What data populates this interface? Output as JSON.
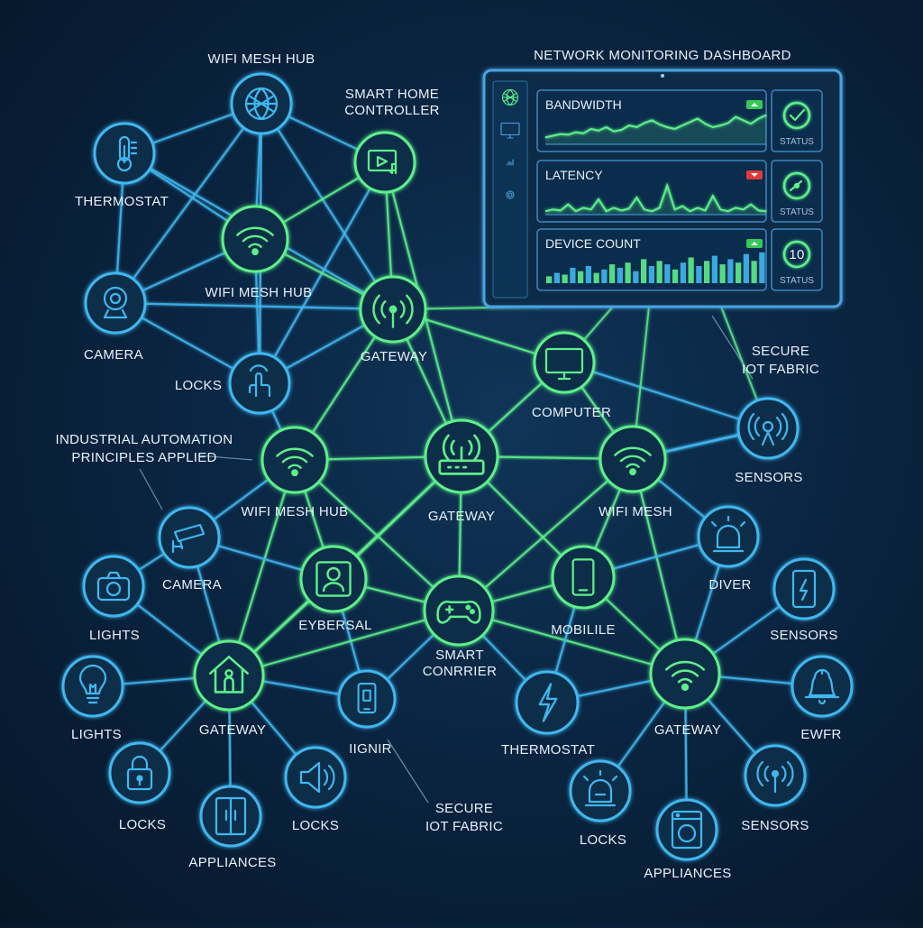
{
  "colors": {
    "green": "#5df08a",
    "blue": "#3fb7f0",
    "node_fill": "#0b2f4a",
    "panel_border": "#4aa3e0",
    "panel_fill": "#0a2a48"
  },
  "dashboard": {
    "title": "NETWORK MONITORING DASHBOARD",
    "sidebar_icons": [
      "globe-icon",
      "monitor-icon",
      "bars-icon",
      "gear-icon"
    ],
    "panels": [
      {
        "title": "BANDWIDTH",
        "status_label": "STATUS",
        "status_icon": "check-icon",
        "indicator_color": "#35c85a",
        "series": [
          0.2,
          0.25,
          0.3,
          0.28,
          0.35,
          0.32,
          0.45,
          0.4,
          0.5,
          0.38,
          0.42,
          0.55,
          0.5,
          0.62,
          0.7,
          0.58,
          0.5,
          0.45,
          0.55,
          0.65,
          0.75,
          0.6,
          0.5,
          0.55,
          0.62,
          0.8,
          0.7,
          0.6,
          0.75,
          0.85
        ]
      },
      {
        "title": "LATENCY",
        "status_label": "STATUS",
        "status_icon": "gauge-icon",
        "indicator_color": "#e03a3a",
        "series": [
          0.1,
          0.15,
          0.12,
          0.3,
          0.1,
          0.2,
          0.15,
          0.45,
          0.1,
          0.2,
          0.12,
          0.18,
          0.5,
          0.15,
          0.1,
          0.2,
          0.85,
          0.15,
          0.25,
          0.1,
          0.2,
          0.12,
          0.55,
          0.15,
          0.1,
          0.2,
          0.15,
          0.3,
          0.12,
          0.1
        ]
      },
      {
        "title": "DEVICE COUNT",
        "status_label": "STATUS",
        "status_value": "10",
        "indicator_color": "#35c85a",
        "series": [
          0.2,
          0.3,
          0.25,
          0.45,
          0.35,
          0.5,
          0.3,
          0.4,
          0.55,
          0.45,
          0.6,
          0.35,
          0.7,
          0.5,
          0.65,
          0.55,
          0.4,
          0.6,
          0.75,
          0.5,
          0.65,
          0.8,
          0.55,
          0.7,
          0.6,
          0.85,
          0.65,
          0.9
        ]
      }
    ]
  },
  "annotations": [
    {
      "text": [
        "INDUSTRIAL AUTOMATION",
        "PRINCIPLES APPLIED"
      ]
    },
    {
      "text": [
        "SECURE",
        "IOT FABRIC"
      ]
    },
    {
      "text": [
        "SECURE",
        "IOT FABRIC"
      ]
    }
  ],
  "nodes": [
    {
      "id": "n1",
      "label": "WIFI MESH HUB",
      "icon": "globe-icon",
      "color": "blue"
    },
    {
      "id": "n2",
      "label": "THERMOSTAT",
      "icon": "thermometer-icon",
      "color": "blue"
    },
    {
      "id": "n3",
      "label": "SMART HOME\nCONTROLLER",
      "icon": "touchscreen-icon",
      "color": "green"
    },
    {
      "id": "n4",
      "label": "WIFI MESH HUB",
      "icon": "wifi-icon",
      "color": "green"
    },
    {
      "id": "n5",
      "label": "CAMERA",
      "icon": "webcam-icon",
      "color": "blue"
    },
    {
      "id": "n6",
      "label": "GATEWAY",
      "icon": "antenna-icon",
      "color": "green"
    },
    {
      "id": "n7",
      "label": "LOCKS",
      "icon": "touch-hand-icon",
      "color": "blue"
    },
    {
      "id": "n8",
      "label": "COMPUTER",
      "icon": "monitor-icon",
      "color": "green"
    },
    {
      "id": "n9",
      "label": "SENSORS",
      "icon": "sensor-icon",
      "color": "blue"
    },
    {
      "id": "n10",
      "label": "WIFI MESH HUB",
      "icon": "wifi-icon",
      "color": "green"
    },
    {
      "id": "n11",
      "label": "GATEWAY",
      "icon": "router-icon",
      "color": "green"
    },
    {
      "id": "n12",
      "label": "WIFI MESH",
      "icon": "wifi-icon",
      "color": "green"
    },
    {
      "id": "n13",
      "label": "CAMERA",
      "icon": "cctv-icon",
      "color": "blue"
    },
    {
      "id": "n14",
      "label": "DIVER",
      "icon": "siren-icon",
      "color": "blue"
    },
    {
      "id": "n15",
      "label": "LIGHTS",
      "icon": "camera-icon",
      "color": "blue"
    },
    {
      "id": "n16",
      "label": "EYBERSAL",
      "icon": "face-scan-icon",
      "color": "green"
    },
    {
      "id": "n17",
      "label": "SMART\nCONRRIER",
      "icon": "gamepad-icon",
      "color": "green"
    },
    {
      "id": "n18",
      "label": "MOBILILE",
      "icon": "phone-icon",
      "color": "green"
    },
    {
      "id": "n19",
      "label": "SENSORS",
      "icon": "phone-charge-icon",
      "color": "blue"
    },
    {
      "id": "n20",
      "label": "LIGHTS",
      "icon": "bulb-icon",
      "color": "blue"
    },
    {
      "id": "n21",
      "label": "GATEWAY",
      "icon": "home-icon",
      "color": "green"
    },
    {
      "id": "n22",
      "label": "IIGNIR",
      "icon": "tablet-icon",
      "color": "blue"
    },
    {
      "id": "n23",
      "label": "THERMOSTAT",
      "icon": "bolt-icon",
      "color": "blue"
    },
    {
      "id": "n24",
      "label": "GATEWAY",
      "icon": "wifi-icon",
      "color": "green"
    },
    {
      "id": "n25",
      "label": "EWFR",
      "icon": "bell-icon",
      "color": "blue"
    },
    {
      "id": "n26",
      "label": "LOCKS",
      "icon": "padlock-icon",
      "color": "blue"
    },
    {
      "id": "n27",
      "label": "APPLIANCES",
      "icon": "fridge-icon",
      "color": "blue"
    },
    {
      "id": "n28",
      "label": "LOCKS",
      "icon": "speaker-icon",
      "color": "blue"
    },
    {
      "id": "n29",
      "label": "LOCKS",
      "icon": "alarm-light-icon",
      "color": "blue"
    },
    {
      "id": "n30",
      "label": "APPLIANCES",
      "icon": "washer-icon",
      "color": "blue"
    },
    {
      "id": "n31",
      "label": "SENSORS",
      "icon": "broadcast-icon",
      "color": "blue"
    }
  ],
  "edges": [
    [
      "n1",
      "n2"
    ],
    [
      "n1",
      "n4"
    ],
    [
      "n1",
      "n3"
    ],
    [
      "n1",
      "n5"
    ],
    [
      "n1",
      "n6"
    ],
    [
      "n1",
      "n7"
    ],
    [
      "n2",
      "n4"
    ],
    [
      "n2",
      "n5"
    ],
    [
      "n2",
      "n6"
    ],
    [
      "n3",
      "n4"
    ],
    [
      "n3",
      "n6"
    ],
    [
      "n3",
      "n7"
    ],
    [
      "n3",
      "n11"
    ],
    [
      "n4",
      "n5"
    ],
    [
      "n4",
      "n6"
    ],
    [
      "n4",
      "n7"
    ],
    [
      "n5",
      "n6"
    ],
    [
      "n5",
      "n7"
    ],
    [
      "n6",
      "n7"
    ],
    [
      "n6",
      "n8"
    ],
    [
      "n6",
      "n10"
    ],
    [
      "n6",
      "n11"
    ],
    [
      "n7",
      "n10"
    ],
    [
      "n8",
      "n9"
    ],
    [
      "n8",
      "n11"
    ],
    [
      "n8",
      "n12"
    ],
    [
      "n9",
      "n12"
    ],
    [
      "n10",
      "n11"
    ],
    [
      "n10",
      "n13"
    ],
    [
      "n10",
      "n16"
    ],
    [
      "n10",
      "n21"
    ],
    [
      "n10",
      "n17"
    ],
    [
      "n11",
      "n12"
    ],
    [
      "n11",
      "n17"
    ],
    [
      "n11",
      "n16"
    ],
    [
      "n11",
      "n18"
    ],
    [
      "n11",
      "n21"
    ],
    [
      "n12",
      "n14"
    ],
    [
      "n12",
      "n18"
    ],
    [
      "n12",
      "n17"
    ],
    [
      "n12",
      "n24"
    ],
    [
      "n12",
      "n9"
    ],
    [
      "n13",
      "n16"
    ],
    [
      "n13",
      "n21"
    ],
    [
      "n13",
      "n15"
    ],
    [
      "n14",
      "n18"
    ],
    [
      "n14",
      "n24"
    ],
    [
      "n15",
      "n21"
    ],
    [
      "n16",
      "n17"
    ],
    [
      "n16",
      "n21"
    ],
    [
      "n16",
      "n22"
    ],
    [
      "n17",
      "n18"
    ],
    [
      "n17",
      "n21"
    ],
    [
      "n17",
      "n22"
    ],
    [
      "n17",
      "n23"
    ],
    [
      "n17",
      "n24"
    ],
    [
      "n18",
      "n24"
    ],
    [
      "n18",
      "n23"
    ],
    [
      "n19",
      "n24"
    ],
    [
      "n20",
      "n21"
    ],
    [
      "n21",
      "n26"
    ],
    [
      "n21",
      "n27"
    ],
    [
      "n21",
      "n28"
    ],
    [
      "n21",
      "n22"
    ],
    [
      "n23",
      "n24"
    ],
    [
      "n24",
      "n25"
    ],
    [
      "n24",
      "n29"
    ],
    [
      "n24",
      "n30"
    ],
    [
      "n24",
      "n31"
    ]
  ]
}
